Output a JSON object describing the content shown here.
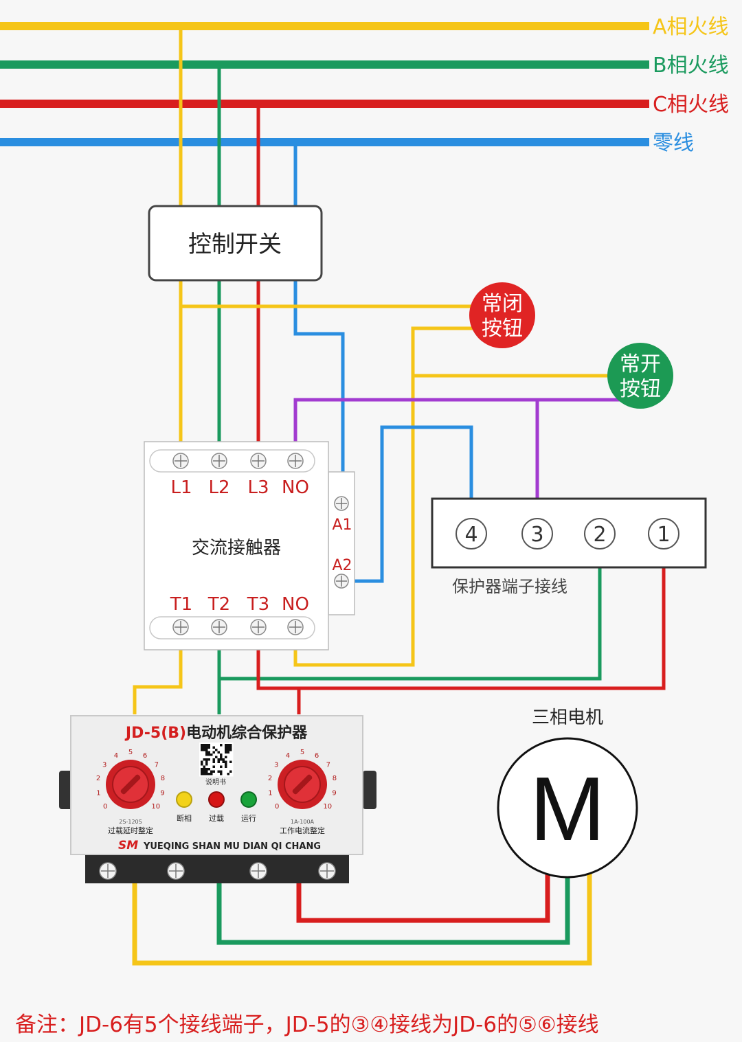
{
  "lines": {
    "a": {
      "label": "A相火线",
      "color": "#f5c518"
    },
    "b": {
      "label": "B相火线",
      "color": "#1a9a5e"
    },
    "c": {
      "label": "C相火线",
      "color": "#d81e1e"
    },
    "n": {
      "label": "零线",
      "color": "#2a8ee0"
    }
  },
  "control_switch": {
    "label": "控制开关"
  },
  "nc_button": {
    "line1": "常闭",
    "line2": "按钮",
    "color": "#e02424"
  },
  "no_button": {
    "line1": "常开",
    "line2": "按钮",
    "color": "#1c9a54"
  },
  "contactor": {
    "title": "交流接触器",
    "top_terminals": [
      "L1",
      "L2",
      "L3",
      "NO"
    ],
    "bottom_terminals": [
      "T1",
      "T2",
      "T3",
      "NO"
    ],
    "coil": [
      "A1",
      "A2"
    ]
  },
  "terminal_block": {
    "terminals": [
      "4",
      "3",
      "2",
      "1"
    ],
    "caption": "保护器端子接线"
  },
  "protector": {
    "model": "JD-5(B)",
    "title": "电动机综合保护器",
    "qr_caption": "说明书",
    "dial_left": {
      "range": "2S-120S",
      "label": "过载延时整定",
      "scale": [
        "0",
        "1",
        "2",
        "3",
        "4",
        "5",
        "6",
        "7",
        "8",
        "9",
        "10"
      ]
    },
    "dial_right": {
      "range": "1A-100A",
      "label": "工作电流整定",
      "scale": [
        "0",
        "1",
        "2",
        "3",
        "4",
        "5",
        "6",
        "7",
        "8",
        "9",
        "10"
      ]
    },
    "leds": [
      {
        "label": "断相",
        "color": "#f2d21a"
      },
      {
        "label": "过载",
        "color": "#d61515"
      },
      {
        "label": "运行",
        "color": "#19a33a"
      }
    ],
    "brand_logo": "SM",
    "brand": "YUEQING SHAN MU DIAN QI CHANG"
  },
  "motor": {
    "caption": "三相电机",
    "symbol": "M"
  },
  "note": "备注：JD-6有5个接线端子，JD-5的③④接线为JD-6的⑤⑥接线",
  "colors": {
    "purple": "#a23bd0",
    "terminal_red": "#c81e1e"
  }
}
